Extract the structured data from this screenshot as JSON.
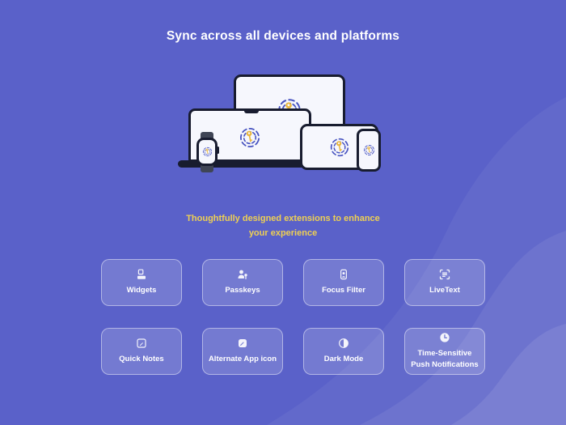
{
  "hero": {
    "title": "Sync across all devices and platforms",
    "devices": [
      "monitor",
      "laptop",
      "tablet",
      "phone",
      "smartwatch"
    ],
    "app_logo": "auth-key-logo"
  },
  "extensions": {
    "subtitle": "Thoughtfully designed extensions to enhance\nyour experience",
    "cards": [
      {
        "label": "Widgets",
        "icon": "widgets-icon"
      },
      {
        "label": "Passkeys",
        "icon": "passkeys-icon"
      },
      {
        "label": "Focus Filter",
        "icon": "focus-filter-icon"
      },
      {
        "label": "LiveText",
        "icon": "livetext-icon"
      },
      {
        "label": "Quick Notes",
        "icon": "quick-notes-icon"
      },
      {
        "label": "Alternate App icon",
        "icon": "alternate-app-icon"
      },
      {
        "label": "Dark Mode",
        "icon": "dark-mode-icon"
      },
      {
        "label": "Time-Sensitive\nPush Notifications",
        "icon": "time-sensitive-icon"
      }
    ]
  },
  "colors": {
    "background": "#5a61c9",
    "title_text": "#ffffff",
    "accent_yellow": "#eed053",
    "card_background": "#7880d5",
    "card_border": "#a3a8e4",
    "device_outline": "#181c2f",
    "device_screen": "#f6f7fd",
    "logo_blue": "#4753c0",
    "logo_gold": "#eab73d"
  }
}
